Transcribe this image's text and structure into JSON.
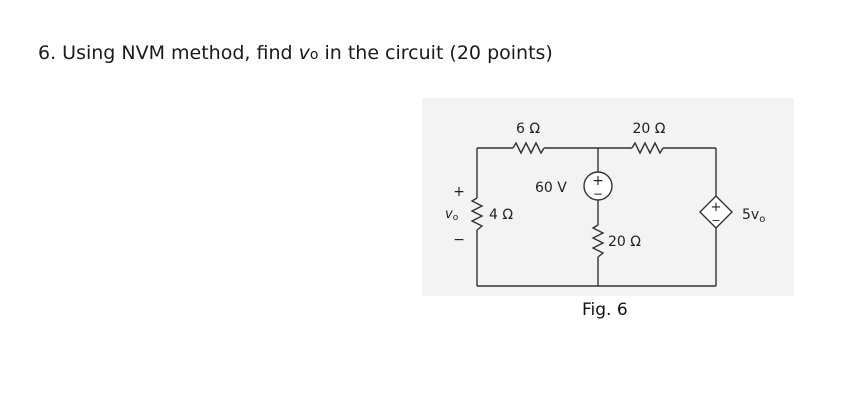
{
  "question": {
    "prefix": "6. Using NVM method, find ",
    "var_main": "v",
    "var_sub": "o",
    "suffix": " in the circuit (20 points)"
  },
  "figure": {
    "caption": "Fig. 6",
    "resistor_top_left": "6 Ω",
    "resistor_top_right": "20 Ω",
    "resistor_left": "4 Ω",
    "resistor_middle": "20 Ω",
    "voltage_source": "60 V",
    "dependent_source": "5v",
    "dependent_source_sub": "o",
    "vo_label": "v",
    "vo_sub": "o",
    "plus": "+",
    "minus": "−"
  }
}
